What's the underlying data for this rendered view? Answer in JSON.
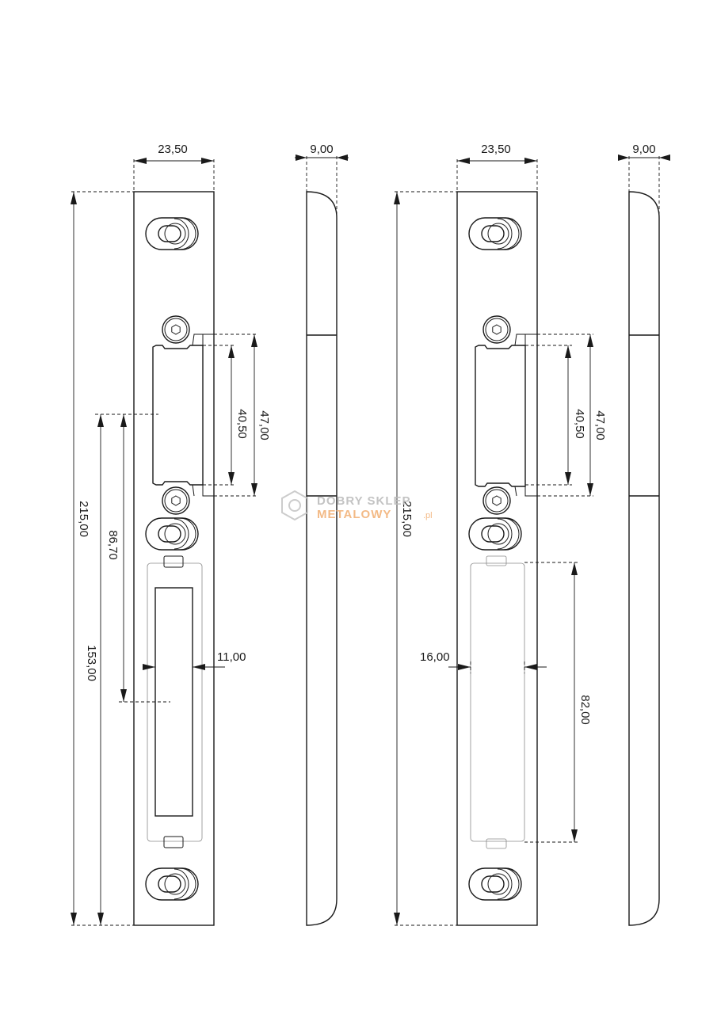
{
  "drawing": {
    "left_plate": {
      "width": "23,50",
      "total_height": "215,00",
      "height_to_bottom": "153,00",
      "keeper_offset": "86,70",
      "keeper_inner": "40,50",
      "keeper_outer": "47,00",
      "slot_width": "11,00"
    },
    "left_side": {
      "thickness": "9,00"
    },
    "right_plate": {
      "width": "23,50",
      "total_height": "215,00",
      "keeper_inner": "40,50",
      "keeper_outer": "47,00",
      "cutout_width": "16,00",
      "cutout_height": "82,00"
    },
    "right_side": {
      "thickness": "9,00"
    }
  },
  "watermark": {
    "line1": "DOBRY SKLEP",
    "line2": "METALOWY",
    "suffix": ".pl"
  },
  "colors": {
    "stroke": "#1a1a1a",
    "watermark_gray": "#bdbdbd",
    "watermark_orange": "#f2b37a"
  },
  "icons": [
    "hex-screw-icon",
    "oval-slot-icon"
  ]
}
